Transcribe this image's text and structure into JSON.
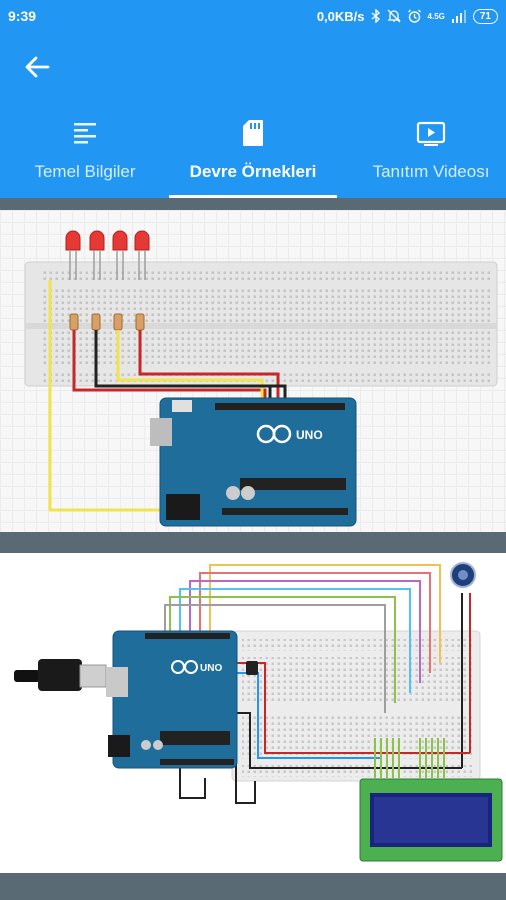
{
  "status_bar": {
    "time": "9:39",
    "network_speed": "0,0KB/s",
    "signal_label": "4.5G",
    "battery": "71"
  },
  "tabs": [
    {
      "label": "Temel Bilgiler",
      "icon": "text-lines-icon",
      "active": false
    },
    {
      "label": "Devre Örnekleri",
      "icon": "sd-card-icon",
      "active": true
    },
    {
      "label": "Tanıtım Videosı",
      "icon": "video-play-icon",
      "active": false
    }
  ],
  "circuits": [
    {
      "board_label": "UNO"
    },
    {
      "board_label": "UNO"
    }
  ],
  "colors": {
    "primary": "#2196f3",
    "arduino": "#1f6d9a",
    "led": "#e53935"
  }
}
